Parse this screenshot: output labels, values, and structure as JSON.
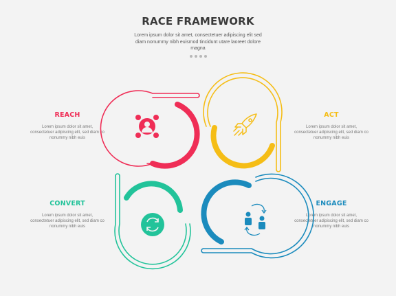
{
  "header": {
    "title": "RACE FRAMEWORK",
    "subtitle": "Lorem ipsum dolor sit amet, consectetuer adipiscing elit sed diam nonummy nibh euismod tincidunt utare laoreet dolore magna"
  },
  "stages": [
    {
      "label": "REACH",
      "color": "#ef2d56",
      "icon": "target-user-icon",
      "description": "Lorem ipsum dolor sit amet, consectetuer adipiscing elit, sed diam co nonummy nibh euis"
    },
    {
      "label": "ACT",
      "color": "#f5bd16",
      "icon": "rocket-icon",
      "description": "Lorem ipsum dolor sit amet, consectetuer adipiscing elit, sed diam co nonummy nibh euis"
    },
    {
      "label": "CONVERT",
      "color": "#22c39a",
      "icon": "refresh-icon",
      "description": "Lorem ipsum dolor sit amet, consectetuer adipiscing elit, sed diam co nonummy nibh euis"
    },
    {
      "label": "ENGAGE",
      "color": "#1b8bbd",
      "icon": "user-exchange-icon",
      "description": "Lorem ipsum dolor sit amet, consectetuer adipiscing elit, sed diam co nonummy nibh euis"
    }
  ]
}
